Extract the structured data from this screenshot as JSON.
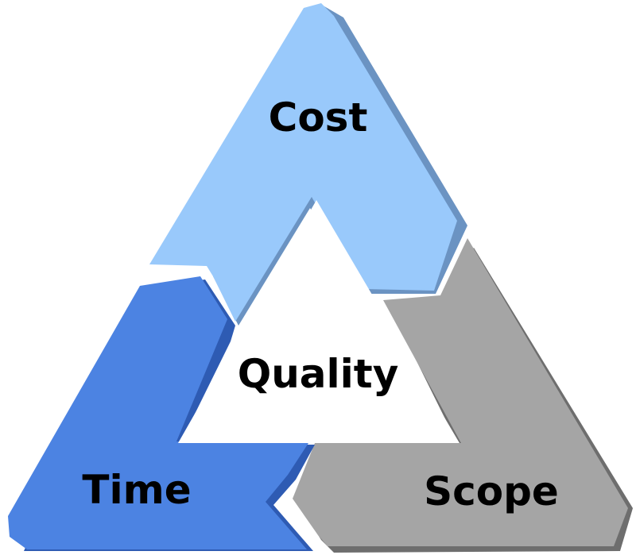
{
  "diagram": {
    "segments": {
      "cost": {
        "label": "Cost",
        "color": "#99c9fb",
        "edge_color": "#6b93c2"
      },
      "scope": {
        "label": "Scope",
        "color": "#a5a5a5",
        "edge_color": "#6e6e6e"
      },
      "time": {
        "label": "Time",
        "color": "#4c83e2",
        "edge_color": "#2e5bb3"
      }
    },
    "center": {
      "label": "Quality",
      "color": "#ffffff"
    }
  }
}
